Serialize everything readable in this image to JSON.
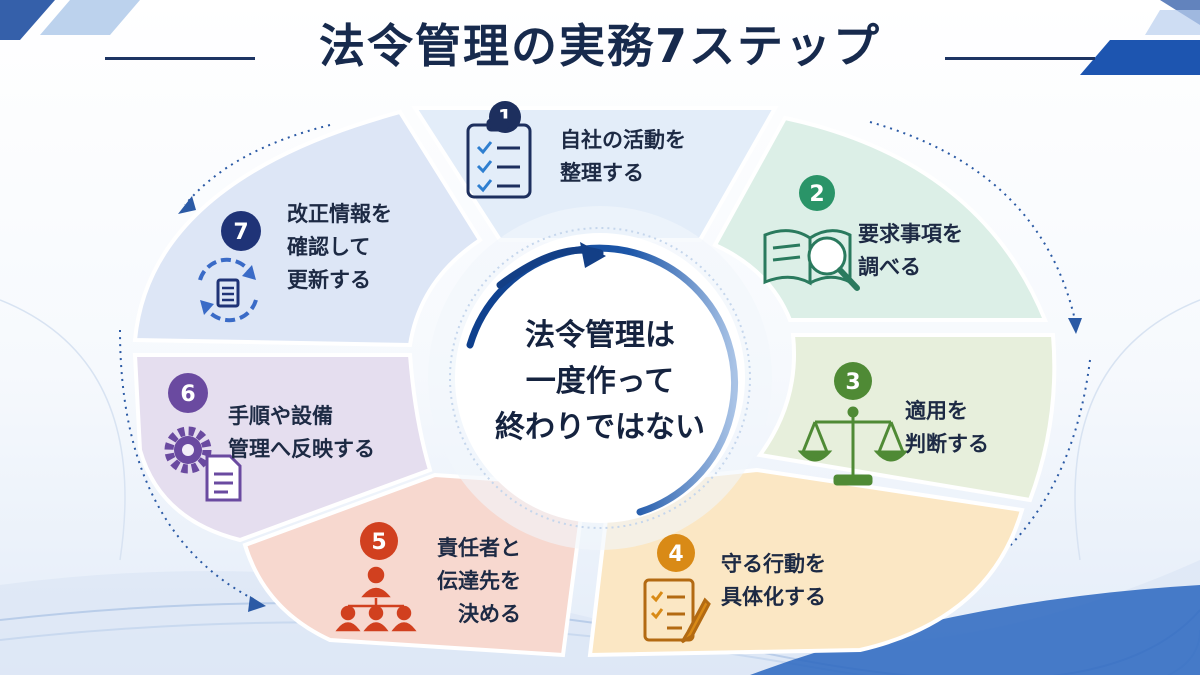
{
  "title": "法令管理の実務7ステップ",
  "center": "法令管理は\n一度作って\n終わりではない",
  "steps": [
    {
      "num": "1",
      "label": "自社の活動を\n整理する",
      "icon": "checklist-icon",
      "color": "#1d2f5e"
    },
    {
      "num": "2",
      "label": "要求事項を\n調べる",
      "icon": "book-search-icon",
      "color": "#2a9468"
    },
    {
      "num": "3",
      "label": "適用を\n判断する",
      "icon": "scale-icon",
      "color": "#4f8a35"
    },
    {
      "num": "4",
      "label": "守る行動を\n具体化する",
      "icon": "checklist-pencil-icon",
      "color": "#d98a16"
    },
    {
      "num": "5",
      "label": "責任者と\n伝達先を\n決める",
      "icon": "org-chart-icon",
      "color": "#d1401f"
    },
    {
      "num": "6",
      "label": "手順や設備\n管理へ反映する",
      "icon": "gear-document-icon",
      "color": "#6a4aa0"
    },
    {
      "num": "7",
      "label": "改正情報を\n確認して\n更新する",
      "icon": "refresh-document-icon",
      "color": "#1f3377"
    }
  ]
}
